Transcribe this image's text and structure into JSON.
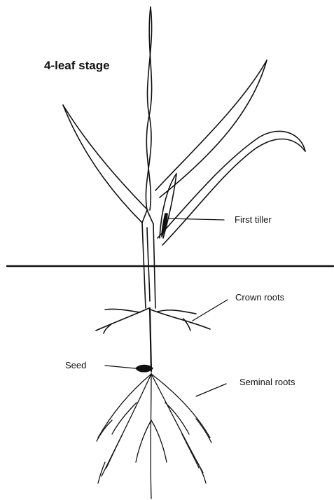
{
  "diagram": {
    "title": "4-leaf stage",
    "labels": {
      "first_tiller": "First tiller",
      "crown_roots": "Crown roots",
      "seed": "Seed",
      "seminal_roots": "Seminal roots"
    }
  }
}
